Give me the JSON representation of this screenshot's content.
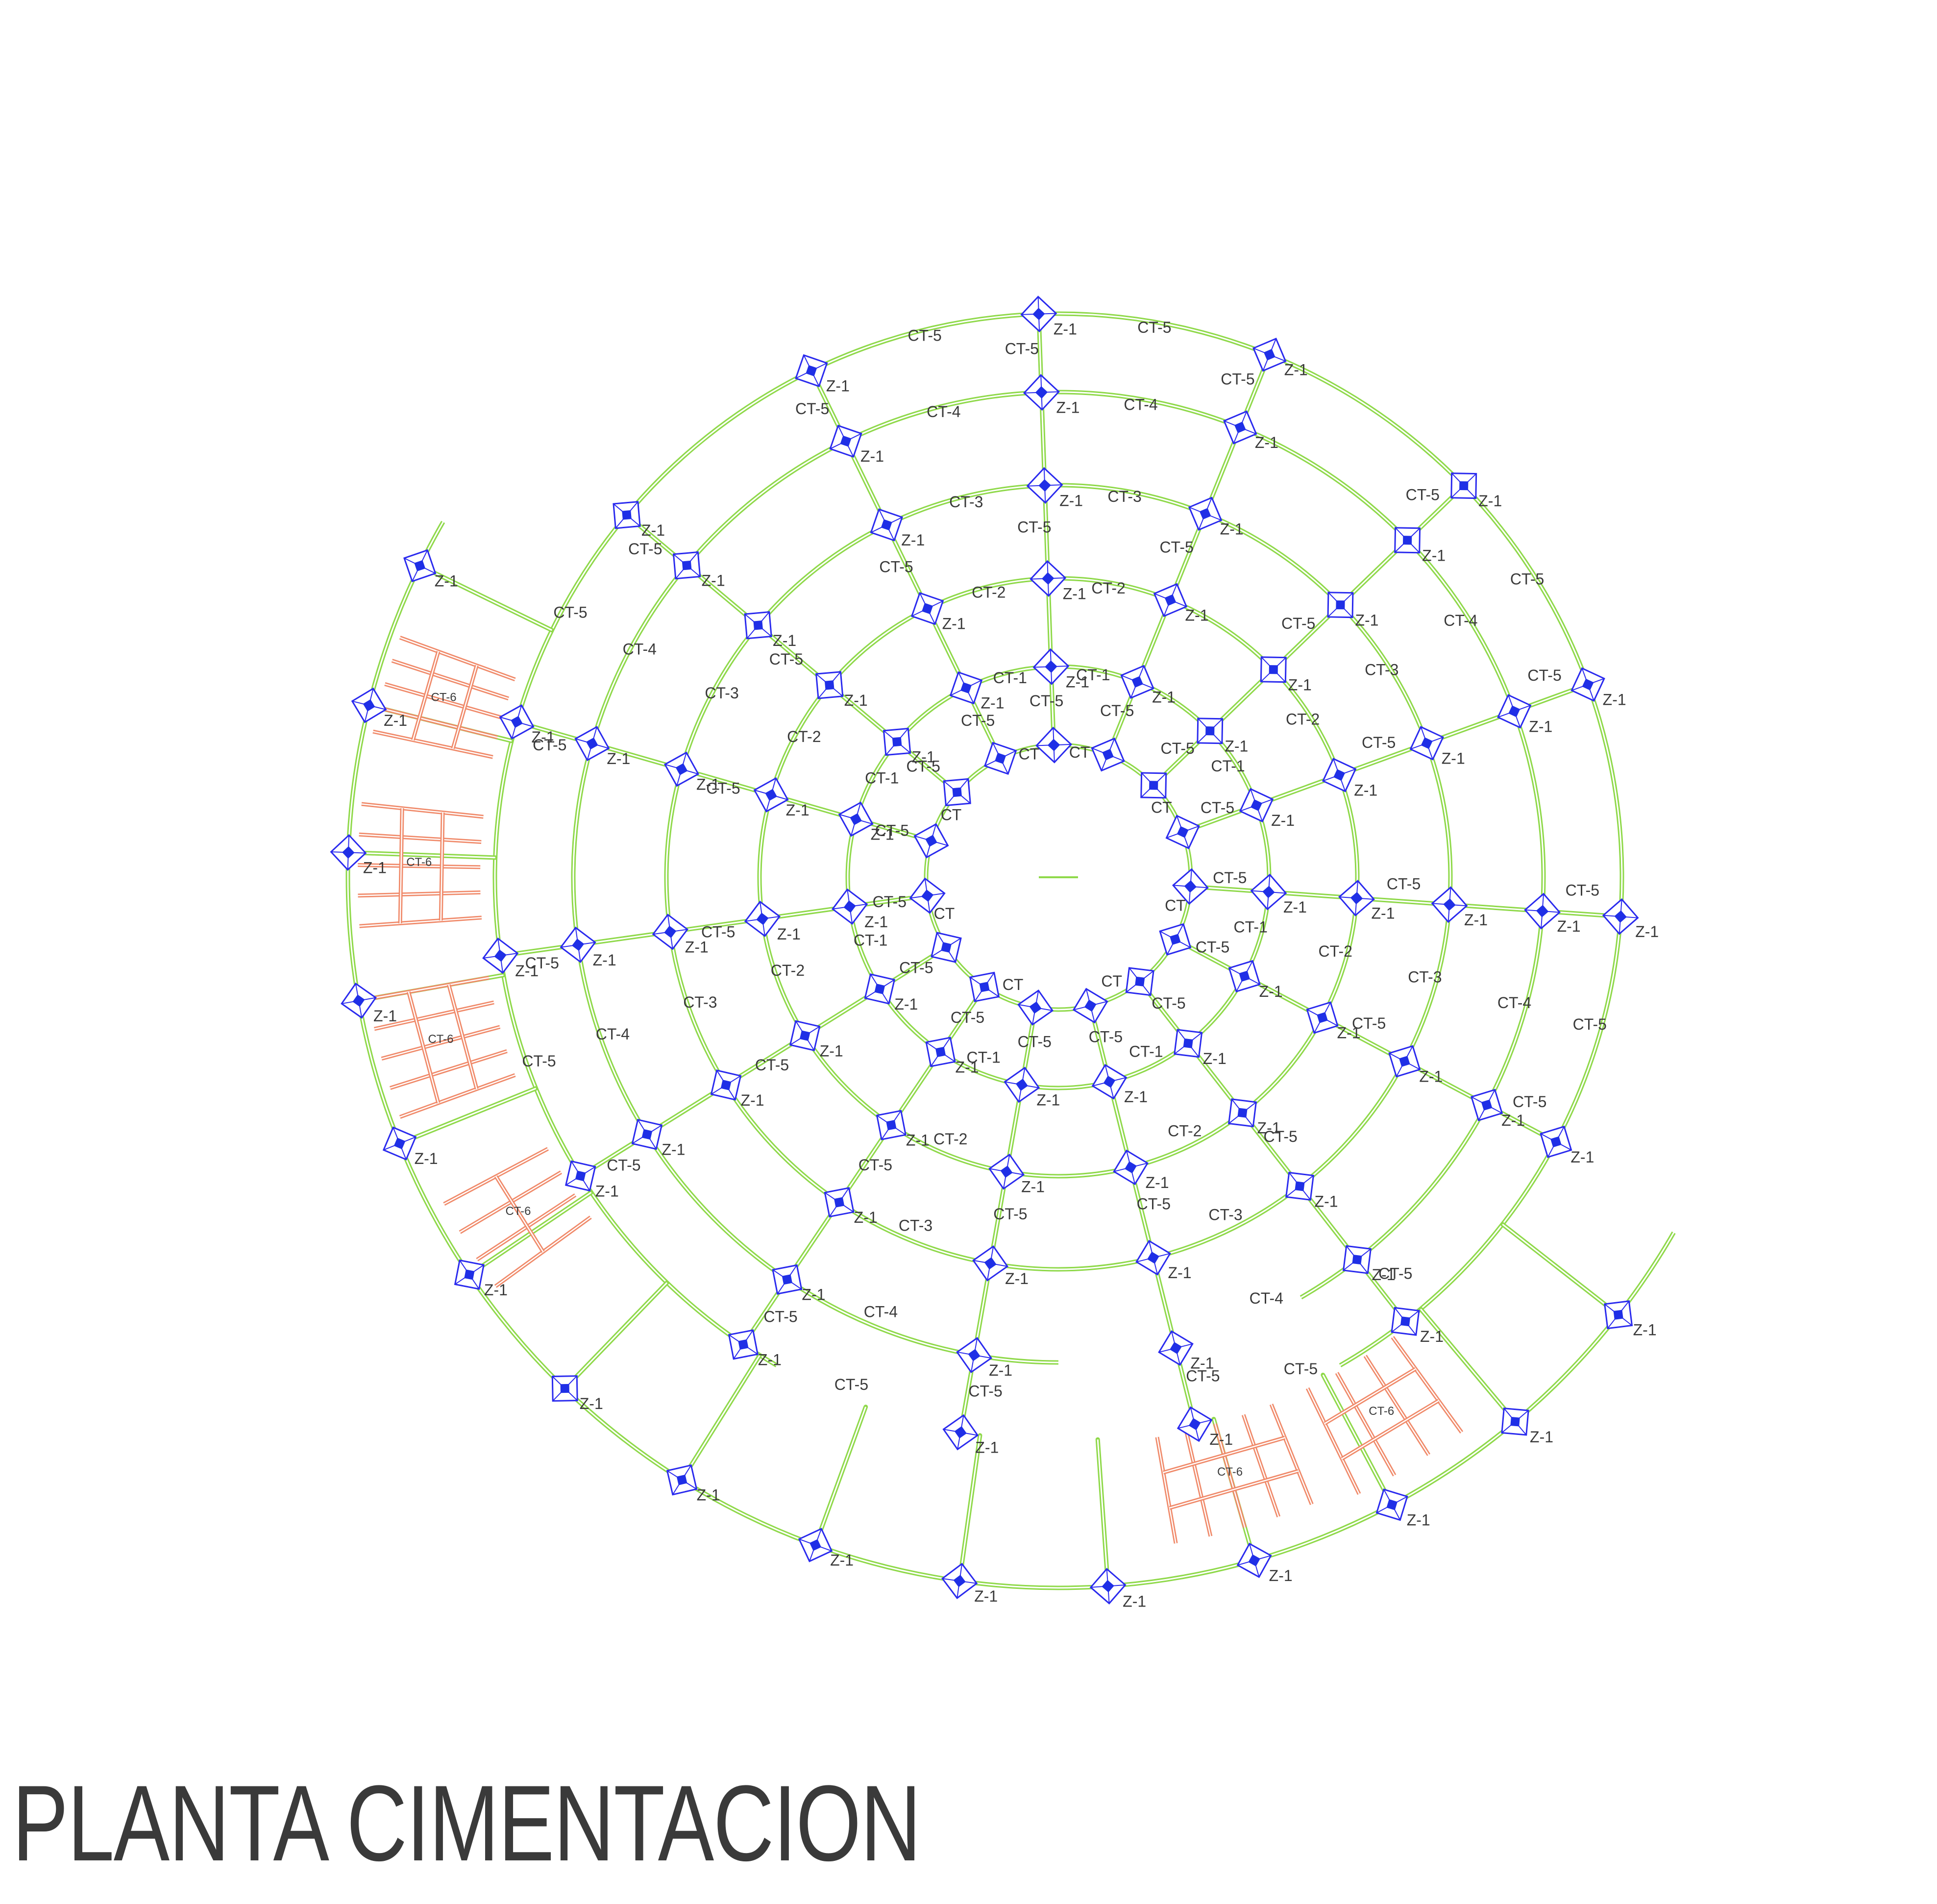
{
  "title": "PLANTA CIMENTACION",
  "colors": {
    "beam": "#8fd94a",
    "tie": "#f08a6a",
    "footing": "#2a2aee",
    "column": "#1f2fe6",
    "text": "#3a3a3a"
  },
  "labels": {
    "footing": "Z-1",
    "ring_beams": [
      "CT",
      "CT-1",
      "CT-2",
      "CT-3",
      "CT-4",
      "CT-5"
    ],
    "radial_beam": "CT-5",
    "tie_beam": "CT-6"
  }
}
